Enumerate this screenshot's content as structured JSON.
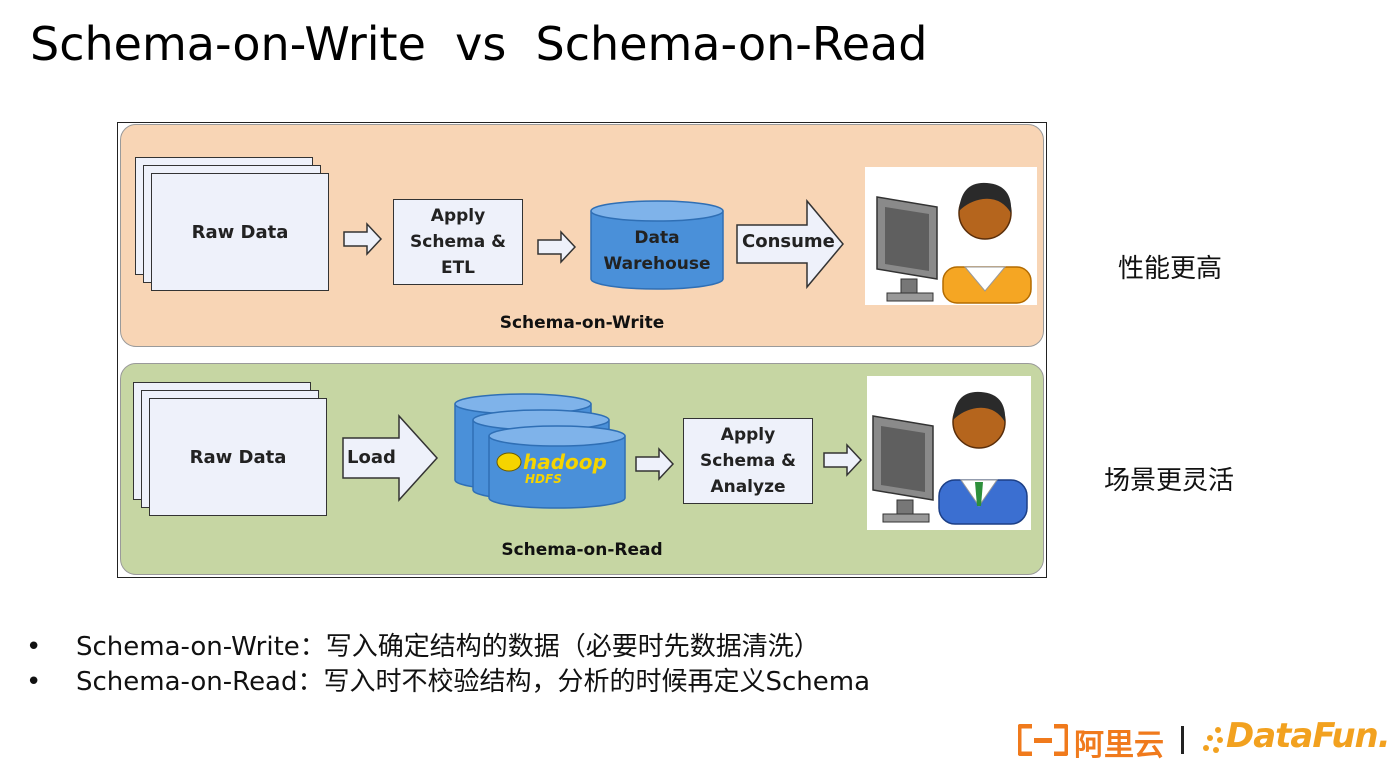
{
  "title": "Schema-on-Write  vs  Schema-on-Read",
  "write_panel": {
    "label": "Schema-on-Write",
    "raw_data": "Raw Data",
    "apply_lines": [
      "Apply",
      "Schema &",
      "ETL"
    ],
    "warehouse_lines": [
      "Data",
      "Warehouse"
    ],
    "consume": "Consume"
  },
  "read_panel": {
    "label": "Schema-on-Read",
    "raw_data": "Raw Data",
    "load": "Load",
    "hadoop_text": "hadoop",
    "hdfs_text": "HDFS",
    "apply_lines": [
      "Apply",
      "Schema &",
      "Analyze"
    ]
  },
  "notes": {
    "write": "性能更高",
    "read": "场景更灵活"
  },
  "bullets": [
    {
      "marker": "•",
      "text": "Schema-on-Write：写入确定结构的数据（必要时先数据清洗）"
    },
    {
      "marker": "•",
      "text": "Schema-on-Read：写入时不校验结构，分析的时候再定义Schema"
    }
  ],
  "footer": {
    "aliyun": "阿里云",
    "datafun": "DataFun."
  },
  "colors": {
    "write_panel": "#f8d5b5",
    "read_panel": "#c6d6a3",
    "box_fill": "#eef1fa",
    "cylinder": "#4a90d9",
    "aliyun_orange": "#f07a1c",
    "datafun_yellow": "#f2a11f"
  }
}
